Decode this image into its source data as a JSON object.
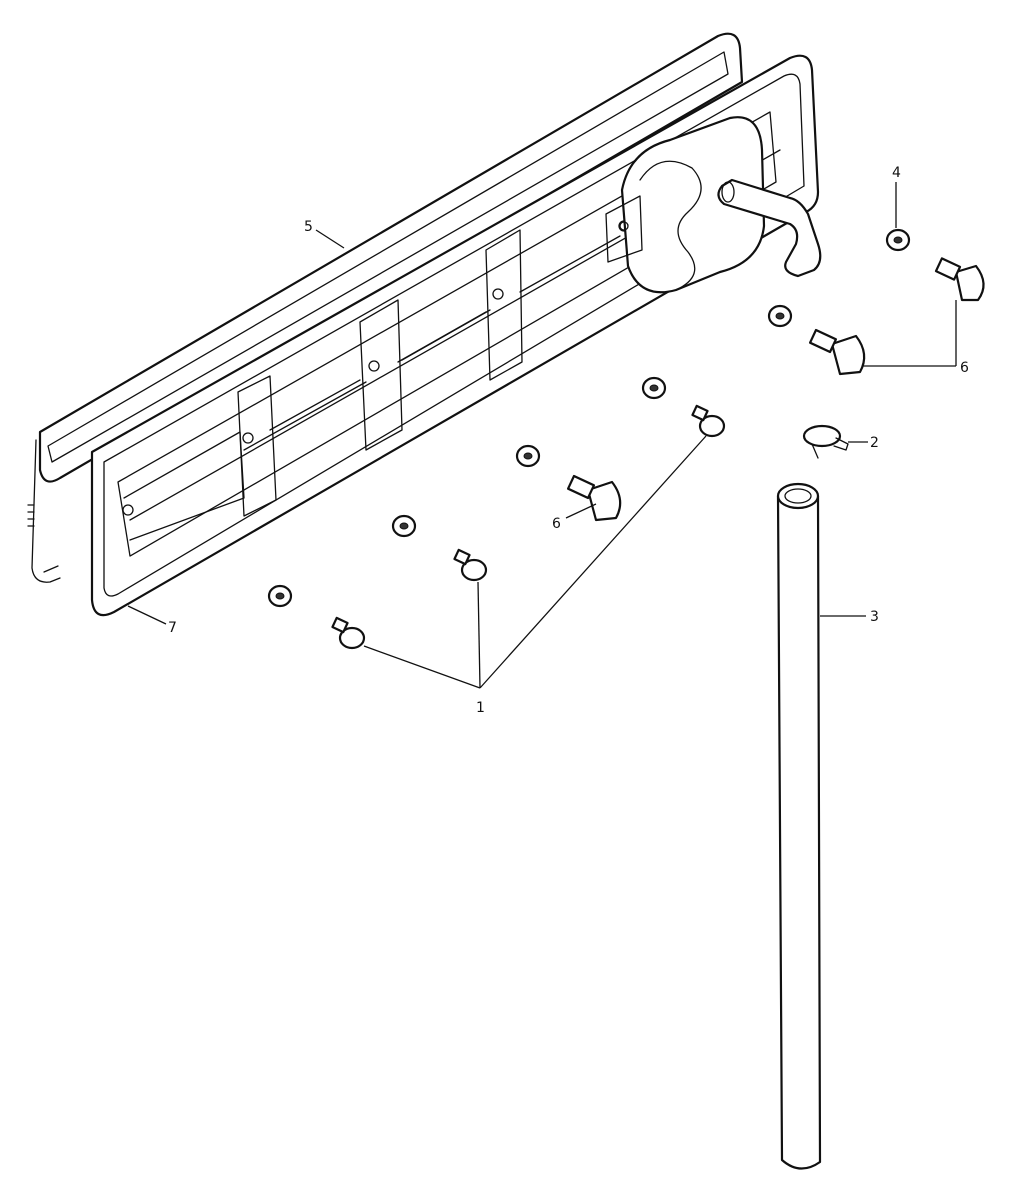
{
  "diagram": {
    "callouts": {
      "c1": "1",
      "c2": "2",
      "c3": "3",
      "c4": "4",
      "c5": "5",
      "c6a": "6",
      "c6b": "6",
      "c7": "7"
    }
  }
}
